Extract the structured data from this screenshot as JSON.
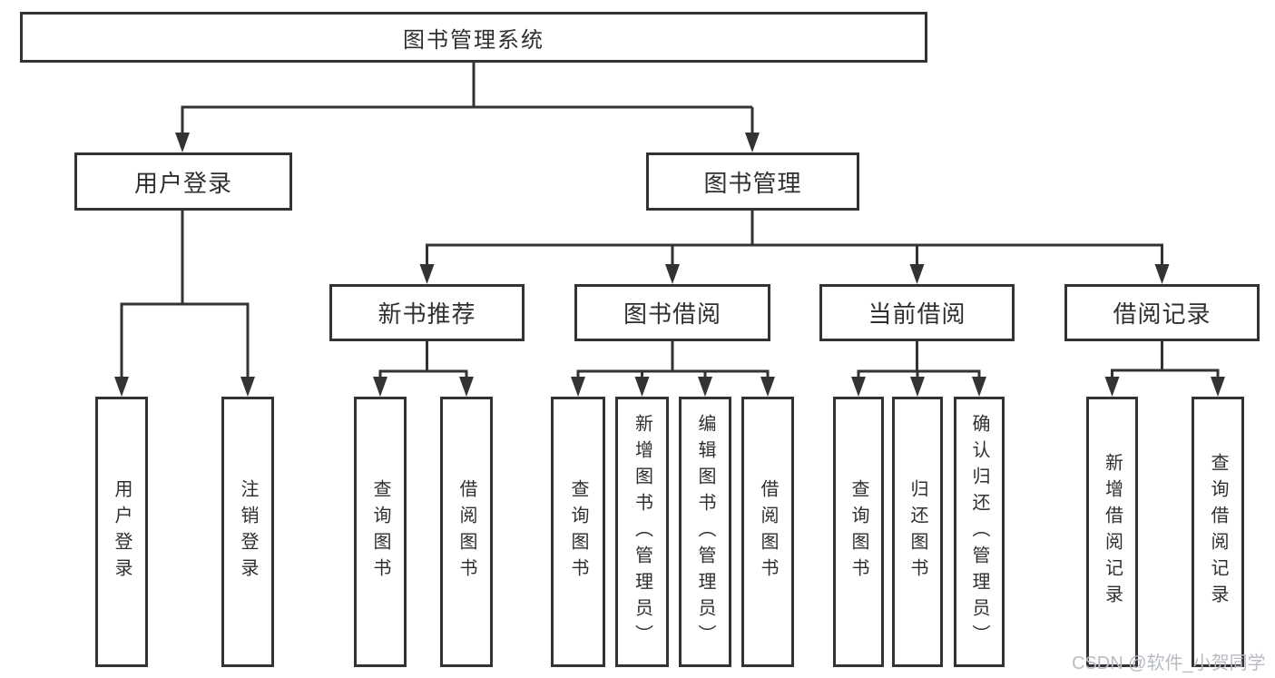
{
  "diagram": {
    "title": "图书管理系统",
    "branches": {
      "user_login": {
        "label": "用户登录",
        "children": [
          "用户登录",
          "注销登录"
        ]
      },
      "book_mgmt": {
        "label": "图书管理"
      }
    },
    "modules": {
      "new_books": {
        "label": "新书推荐",
        "children": [
          "查询图书",
          "借阅图书"
        ]
      },
      "book_borrow": {
        "label": "图书借阅",
        "children": [
          "查询图书",
          "新增图书（管理员）",
          "编辑图书（管理员）",
          "借阅图书"
        ]
      },
      "current_borrow": {
        "label": "当前借阅",
        "children": [
          "查询图书",
          "归还图书",
          "确认归还（管理员）"
        ]
      },
      "borrow_records": {
        "label": "借阅记录",
        "children": [
          "新增借阅记录",
          "查询借阅记录"
        ]
      }
    }
  },
  "watermark": {
    "text": "CSDN @软件_小贺同学"
  },
  "colors": {
    "line": "#333333",
    "text": "#2f2f2f",
    "watermark": "#b7bbc2",
    "background": "#ffffff"
  }
}
